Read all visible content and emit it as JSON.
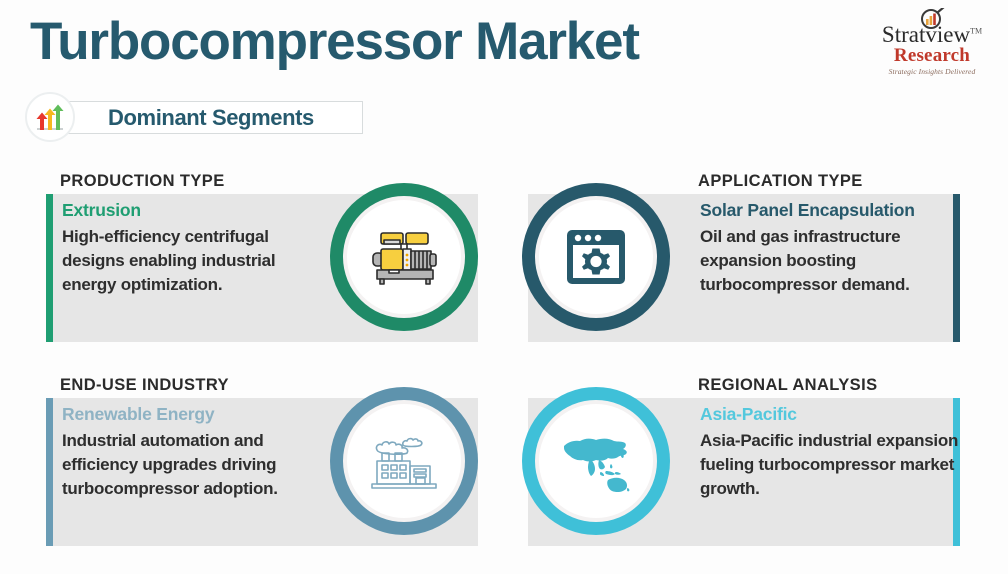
{
  "header": {
    "title": "Turbocompressor Market",
    "badge_label": "Dominant Segments",
    "badge_icon": "ascending-bar-arrows-icon",
    "title_color": "#265a6e"
  },
  "logo": {
    "name": "Stratview",
    "tm": "TM",
    "word2": "Research",
    "tagline": "Strategic Insights Delivered",
    "mark_icon": "magnifier-bar-chart-icon",
    "name_color": "#2a2a2a",
    "word2_color": "#c0392b"
  },
  "cards": [
    {
      "kicker": "PRODUCTION TYPE",
      "headline": "Extrusion",
      "body": "High-efficiency centrifugal designs enabling industrial energy optimization.",
      "accent_color": "#1f9e72",
      "headline_color": "#1f9e72",
      "icon": "industrial-compressor-icon",
      "side": "left"
    },
    {
      "kicker": "APPLICATION TYPE",
      "headline": "Solar Panel Encapsulation",
      "body": "Oil and gas infrastructure expansion boosting turbocompressor demand.",
      "accent_color": "#27596b",
      "headline_color": "#27596b",
      "icon": "browser-gear-settings-icon",
      "side": "right"
    },
    {
      "kicker": "END-USE INDUSTRY",
      "headline": "Renewable Energy",
      "body": "Industrial automation and efficiency upgrades driving turbocompressor adoption.",
      "accent_color": "#6a9cb5",
      "headline_color": "#8fb3c4",
      "icon": "factory-smokestack-icon",
      "side": "left"
    },
    {
      "kicker": "REGIONAL ANALYSIS",
      "headline": "Asia-Pacific",
      "body": "Asia-Pacific industrial expansion fueling turbocompressor market growth.",
      "accent_color": "#3fc0d8",
      "headline_color": "#54c8dd",
      "icon": "asia-pacific-map-icon",
      "side": "right"
    }
  ]
}
